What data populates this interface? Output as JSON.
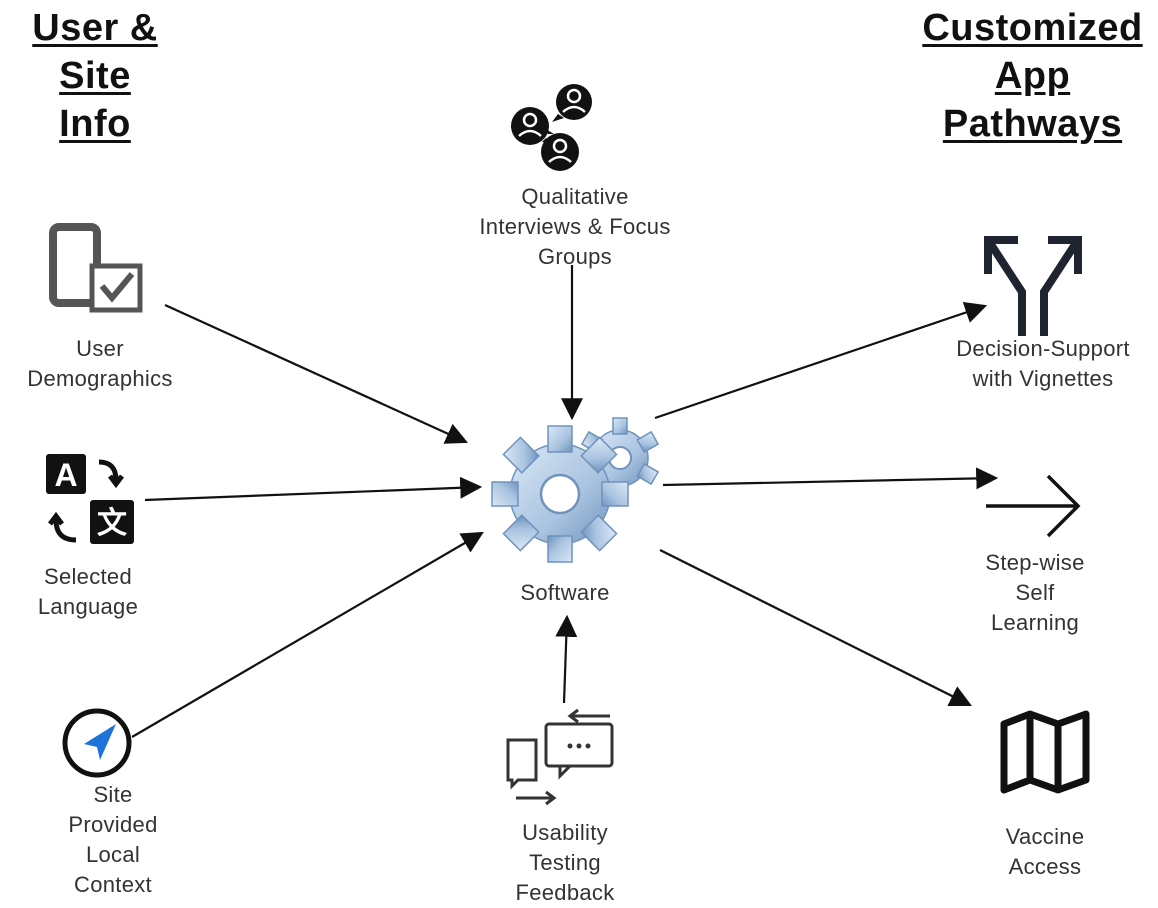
{
  "headings": {
    "left": [
      "User &",
      "Site",
      "Info"
    ],
    "right": [
      "Customized",
      "App",
      "Pathways"
    ]
  },
  "center": {
    "label": "Software",
    "icon": "gears-icon"
  },
  "inputs": {
    "demographics": {
      "lines": [
        "User",
        "Demographics"
      ],
      "icon": "phone-checkbox-icon"
    },
    "language": {
      "lines": [
        "Selected",
        "Language"
      ],
      "icon": "translate-icon"
    },
    "context": {
      "lines": [
        "Site",
        "Provided",
        "Local",
        "Context"
      ],
      "icon": "navigation-compass-icon"
    },
    "interviews": {
      "lines": [
        "Qualitative",
        "Interviews & Focus",
        "Groups"
      ],
      "icon": "people-chat-icon"
    },
    "usability": {
      "lines": [
        "Usability",
        "Testing",
        "Feedback"
      ],
      "icon": "chat-feedback-icon"
    }
  },
  "outputs": {
    "decision": {
      "lines": [
        "Decision-Support",
        "with Vignettes"
      ],
      "icon": "split-arrows-icon"
    },
    "stepwise": {
      "lines": [
        "Step-wise",
        "Self",
        "Learning"
      ],
      "icon": "arrow-right-icon"
    },
    "vaccine": {
      "lines": [
        "Vaccine",
        "Access"
      ],
      "icon": "map-icon"
    }
  },
  "colors": {
    "arrow": "#111111",
    "gear": "#b8cfe6",
    "gear_shadow": "#6f93bd",
    "compass": "#1e73d8"
  }
}
